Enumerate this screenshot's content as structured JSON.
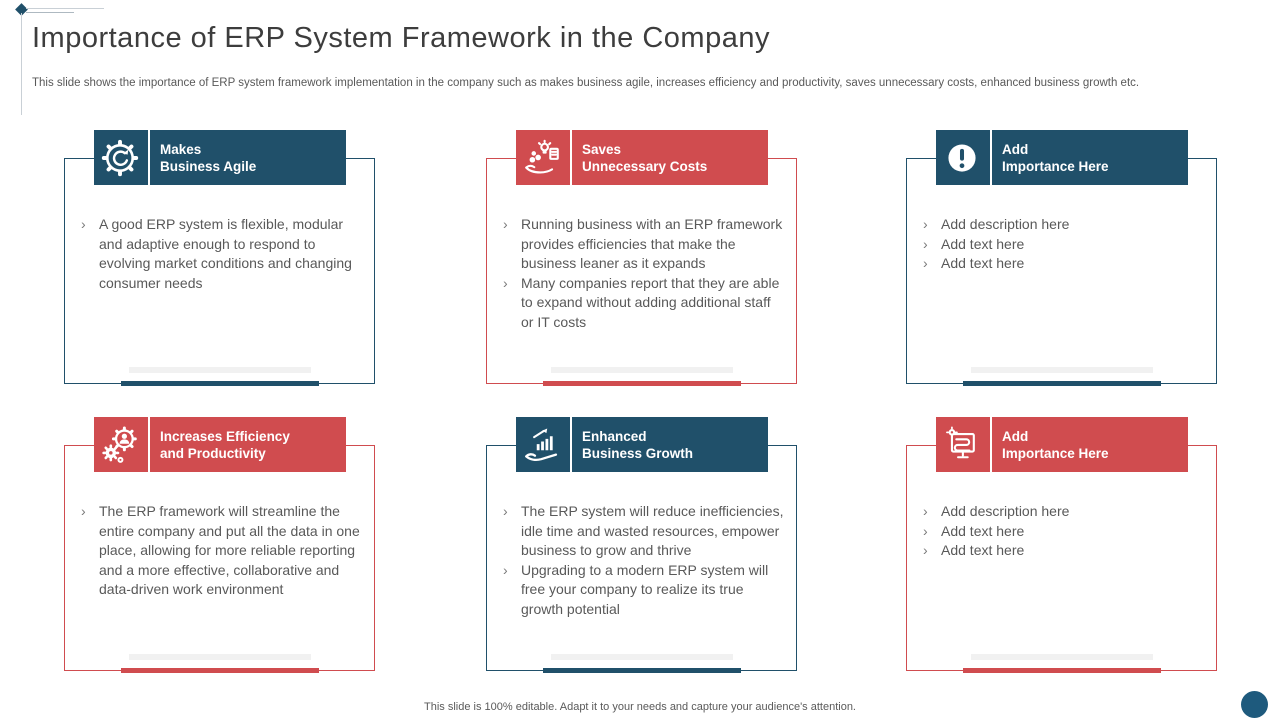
{
  "slide": {
    "title": "Importance of ERP System Framework in the Company",
    "subtitle": "This slide shows the importance of ERP system framework implementation in the company such as makes business agile, increases efficiency and productivity,  saves unnecessary costs, enhanced business growth etc.",
    "footer": "This slide is 100% editable. Adapt it to your needs and capture your audience's attention."
  },
  "colors": {
    "blue_accent": "#20506A",
    "red_accent": "#D04C4F",
    "body_text": "#595959",
    "title_text": "#3D3D3D",
    "corner_circle": "#1E5A7D"
  },
  "cards": [
    {
      "accent": "blue",
      "icon": "agile-gear-icon",
      "title_line1": "Makes",
      "title_line2": "Business Agile",
      "bullets": [
        "A good ERP system is flexible, modular and adaptive enough to respond to evolving market conditions and changing consumer needs"
      ]
    },
    {
      "accent": "red",
      "icon": "money-saving-hand-icon",
      "title_line1": "Saves",
      "title_line2": "Unnecessary Costs",
      "bullets": [
        "Running  business with an ERP framework provides efficiencies that make the business leaner as it expands",
        "Many companies report that they are able to expand without  adding additional staff or IT costs"
      ]
    },
    {
      "accent": "blue",
      "icon": "exclamation-circle-icon",
      "title_line1": "Add",
      "title_line2": "Importance Here",
      "bullets": [
        "Add description here",
        "Add text here",
        "Add text here"
      ]
    },
    {
      "accent": "red",
      "icon": "gears-person-icon",
      "title_line1": "Increases Efficiency",
      "title_line2": "and Productivity",
      "bullets": [
        "The ERP framework will streamline the entire company and put all the data in one place, allowing for more reliable reporting and a more effective, collaborative and data-driven work environment"
      ]
    },
    {
      "accent": "blue",
      "icon": "growth-hand-chart-icon",
      "title_line1": "Enhanced",
      "title_line2": "Business Growth",
      "bullets": [
        "The ERP system will reduce inefficiencies, idle time and wasted resources, empower business to grow and thrive",
        "Upgrading to a modern ERP system will free your  company to realize its true growth potential"
      ]
    },
    {
      "accent": "red",
      "icon": "presentation-board-icon",
      "title_line1": "Add",
      "title_line2": "Importance Here",
      "bullets": [
        "Add description here",
        "Add text here",
        "Add text here"
      ]
    }
  ]
}
